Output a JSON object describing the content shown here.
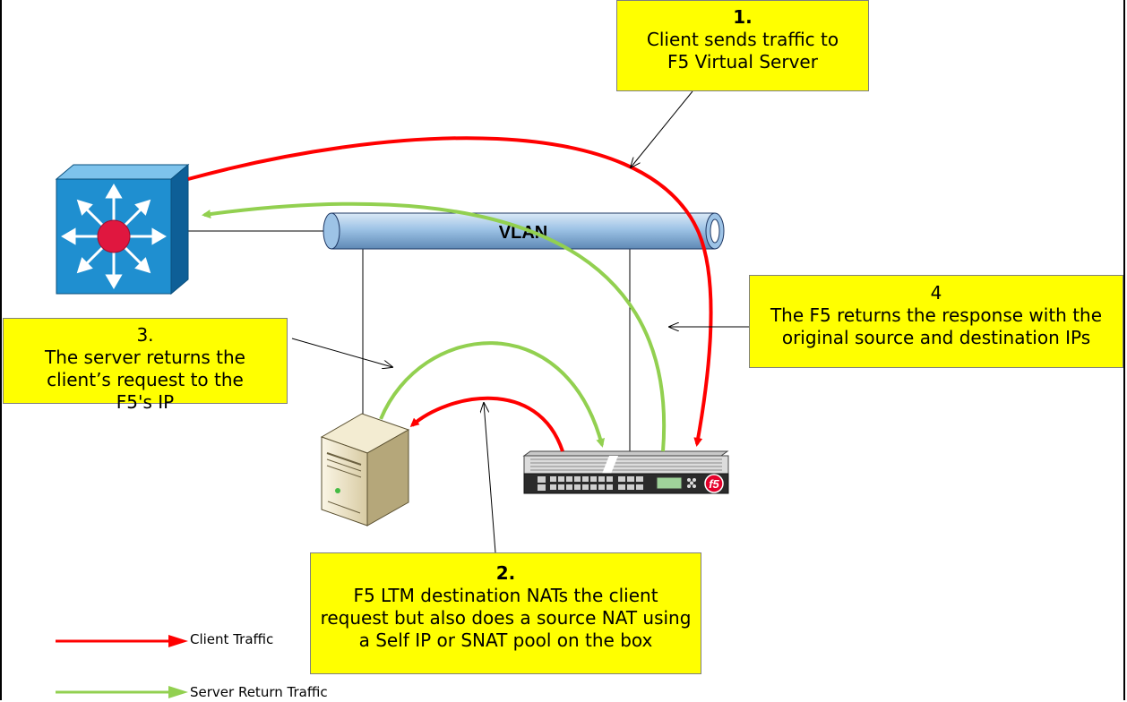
{
  "vlan": {
    "label": "VLAN"
  },
  "notes": {
    "step1": {
      "number": "1.",
      "text": "Client sends traffic to F5 Virtual Server"
    },
    "step2": {
      "number": "2.",
      "text": "F5 LTM destination NATs the client request but also does a source NAT using a Self IP or SNAT pool on the box"
    },
    "step3": {
      "number": "3.",
      "text": "The server returns the client’s request to the F5's IP"
    },
    "step4": {
      "number": "4",
      "text": "The F5 returns the response with the original source and destination IPs"
    }
  },
  "legend": {
    "client": {
      "label": "Client Traffic",
      "color": "#ff0000"
    },
    "server": {
      "label": "Server Return Traffic",
      "color": "#92d050"
    }
  },
  "devices": {
    "switch": {
      "icon": "layer3-switch-icon"
    },
    "server": {
      "icon": "server-tower-icon"
    },
    "f5": {
      "icon": "f5-appliance-icon",
      "badge": "f5"
    }
  },
  "colors": {
    "client_traffic": "#ff0000",
    "server_return": "#92d050",
    "note_fill": "#ffff00",
    "switch_face": "#1f8fd0",
    "vlan_pipe": "#9dc3e6"
  }
}
